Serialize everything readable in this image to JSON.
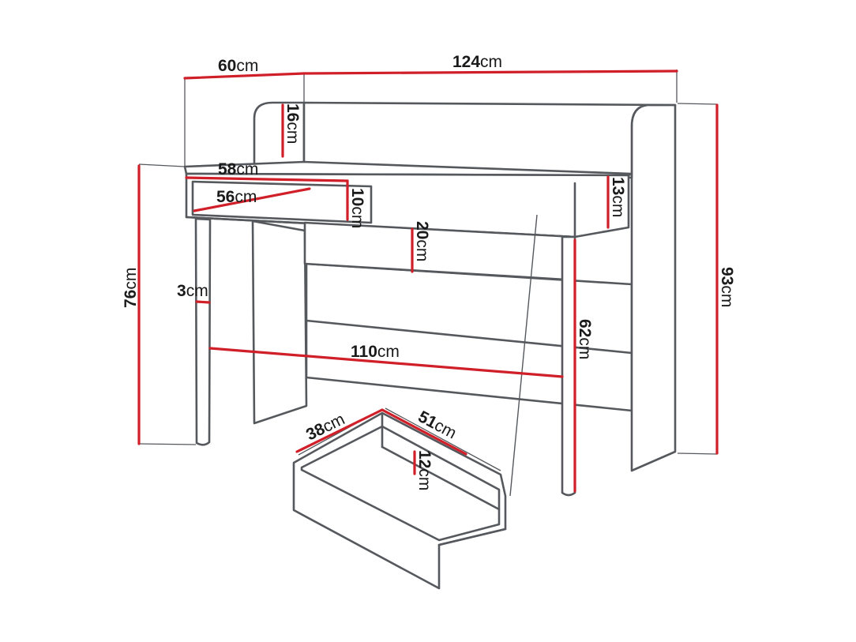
{
  "dimensions": [
    {
      "id": "depth-top",
      "value": "60",
      "unit": "cm"
    },
    {
      "id": "width-total",
      "value": "124",
      "unit": "cm"
    },
    {
      "id": "upper-height",
      "value": "16",
      "unit": "cm"
    },
    {
      "id": "desk-depth",
      "value": "58",
      "unit": "cm"
    },
    {
      "id": "shelf-depth",
      "value": "56",
      "unit": "cm"
    },
    {
      "id": "shelf-height",
      "value": "10",
      "unit": "cm"
    },
    {
      "id": "top-thickness",
      "value": "13",
      "unit": "cm"
    },
    {
      "id": "drawer-front-height",
      "value": "20",
      "unit": "cm"
    },
    {
      "id": "desk-height",
      "value": "76",
      "unit": "cm"
    },
    {
      "id": "leg-width",
      "value": "3",
      "unit": "cm"
    },
    {
      "id": "inner-width",
      "value": "110",
      "unit": "cm"
    },
    {
      "id": "leg-height",
      "value": "62",
      "unit": "cm"
    },
    {
      "id": "total-height",
      "value": "93",
      "unit": "cm"
    },
    {
      "id": "drawer-width",
      "value": "38",
      "unit": "cm"
    },
    {
      "id": "drawer-length",
      "value": "51",
      "unit": "cm"
    },
    {
      "id": "drawer-height",
      "value": "12",
      "unit": "cm"
    }
  ],
  "colors": {
    "outline": "#55585c",
    "dimension": "#d01f28",
    "text": "#1a1a1a"
  }
}
